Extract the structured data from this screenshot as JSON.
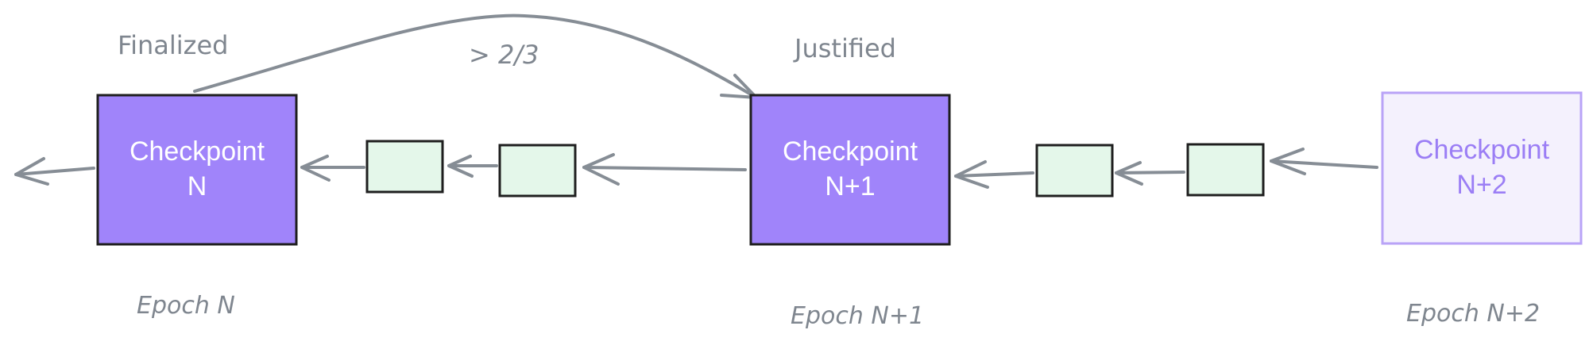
{
  "labels": {
    "finalized": "Finalized",
    "justified": "Justified",
    "supermajority": "> 2/3"
  },
  "checkpoints": [
    {
      "line1": "Checkpoint",
      "line2": "N",
      "epoch": "Epoch N",
      "state": "finalized"
    },
    {
      "line1": "Checkpoint",
      "line2": "N+1",
      "epoch": "Epoch N+1",
      "state": "justified"
    },
    {
      "line1": "Checkpoint",
      "line2": "N+2",
      "epoch": "Epoch N+2",
      "state": "pending"
    }
  ],
  "colors": {
    "checkpoint_fill": "#a084fa",
    "checkpoint_stroke": "#1e1e1e",
    "pending_fill": "#f4f1fd",
    "pending_stroke": "#b9a3f7",
    "block_fill": "#e4f7ea",
    "arrow": "#868d95",
    "label_text": "#7f868f"
  }
}
